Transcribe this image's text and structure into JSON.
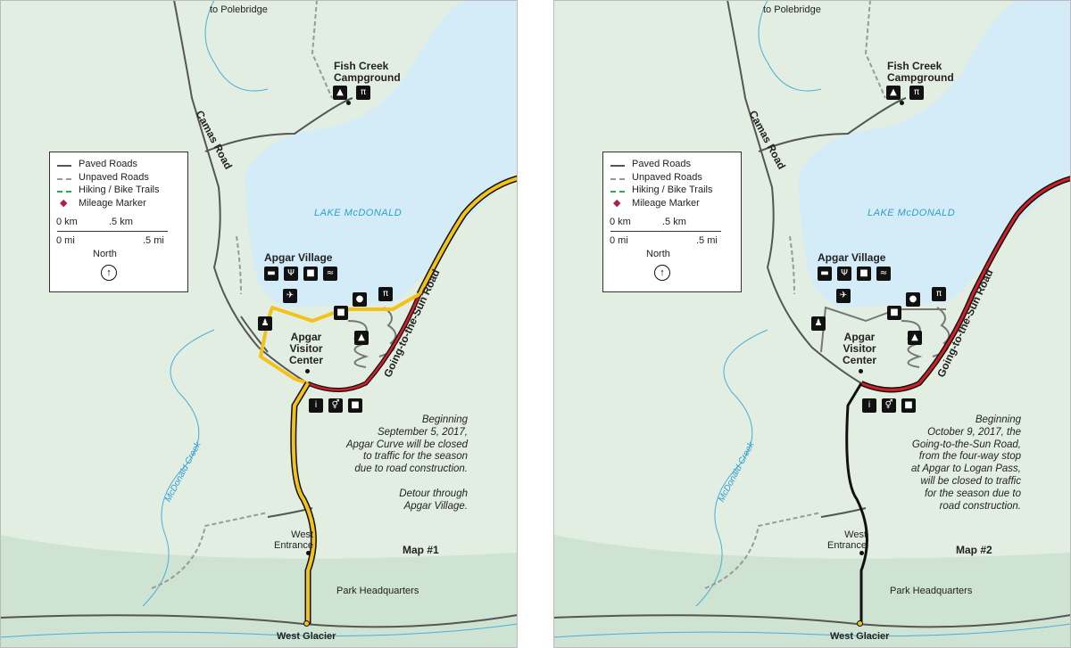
{
  "maps": [
    {
      "label_polebridge": "to Polebridge",
      "campground": "Fish Creek\nCampground",
      "camas": "Camas Road",
      "lake": "LAKE McDONALD",
      "apgar_village": "Apgar Village",
      "visitor_center": "Apgar\nVisitor\nCenter",
      "gts_road": "Going-to-the-Sun Road",
      "creek": "McDonald Creek",
      "west_entrance": "West\nEntrance",
      "park_hq": "Park Headquarters",
      "west_glacier": "West Glacier",
      "map_number": "Map #1",
      "note": "Beginning\nSeptember 5, 2017,\nApgar Curve will be closed\nto traffic for the season\ndue to road construction.\n\nDetour through\nApgar Village.",
      "legend": {
        "paved": "Paved Roads",
        "unpaved": "Unpaved Roads",
        "trails": "Hiking / Bike Trails",
        "mileage": "Mileage Marker",
        "km0": "0 km",
        "km5": ".5 km",
        "mi0": "0 mi",
        "mi5": ".5 mi",
        "north": "North"
      }
    },
    {
      "label_polebridge": "to Polebridge",
      "campground": "Fish Creek\nCampground",
      "camas": "Camas Road",
      "lake": "LAKE McDONALD",
      "apgar_village": "Apgar Village",
      "visitor_center": "Apgar\nVisitor\nCenter",
      "gts_road": "Going-to-the-Sun Road",
      "creek": "McDonald Creek",
      "west_entrance": "West\nEntrance",
      "park_hq": "Park Headquarters",
      "west_glacier": "West Glacier",
      "map_number": "Map #2",
      "note": "Beginning\nOctober 9, 2017, the\nGoing-to-the-Sun Road,\nfrom the four-way stop\nat Apgar to Logan Pass,\nwill be closed to traffic\nfor the season due to\nroad construction.",
      "legend": {
        "paved": "Paved Roads",
        "unpaved": "Unpaved Roads",
        "trails": "Hiking / Bike Trails",
        "mileage": "Mileage Marker",
        "km0": "0 km",
        "km5": ".5 km",
        "mi0": "0 mi",
        "mi5": ".5 mi",
        "north": "North"
      }
    }
  ],
  "colors": {
    "land": "#ddeadd",
    "lake": "#d3ecf7",
    "river": "#2a9fd0",
    "paved": "#555555",
    "unpaved": "#999999",
    "trail": "#2eaa4a",
    "mileage": "#b01e44",
    "closed_red": "#d21f26",
    "detour_yellow": "#f2c21b"
  },
  "icons": [
    "tent-icon",
    "picnic-table-icon",
    "lodging-icon",
    "restaurant-icon",
    "bus-icon",
    "boat-launch-icon",
    "airplane-icon",
    "gas-icon",
    "hiker-icon",
    "info-icon",
    "restroom-icon"
  ]
}
